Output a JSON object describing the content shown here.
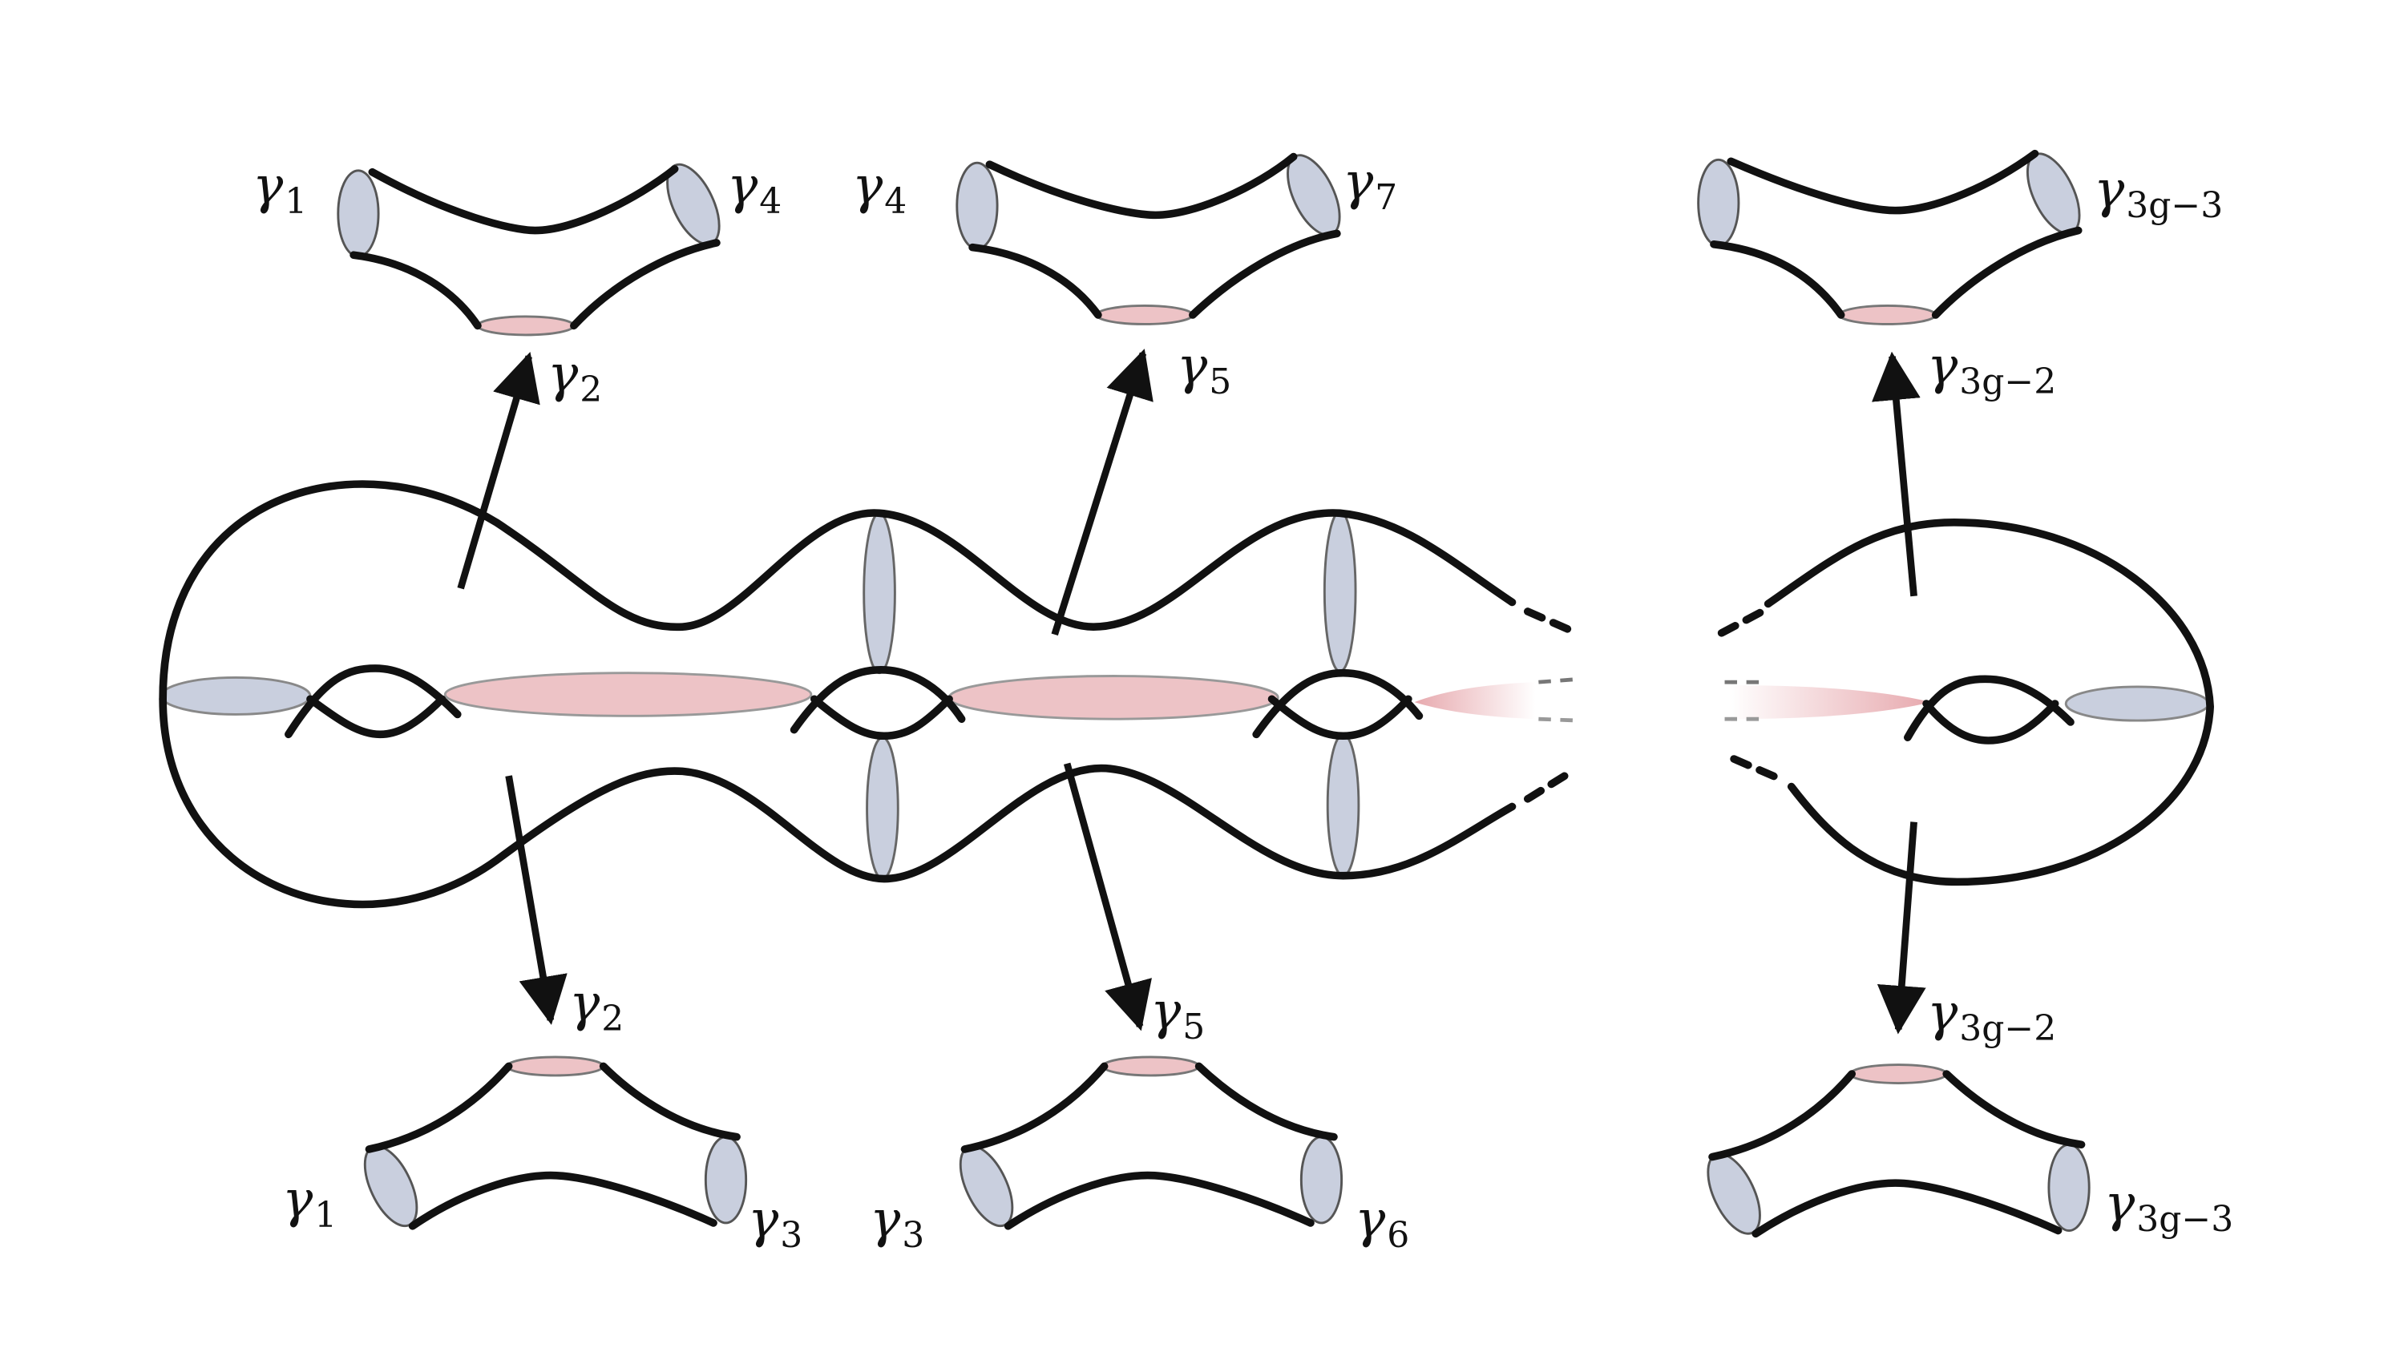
{
  "colors": {
    "blue_cuff": "#c9cfde",
    "pink_cuff": "#edc3c6",
    "outline": "#111111"
  },
  "labels": {
    "top_pants": [
      {
        "left": {
          "sym": "γ",
          "sub": "1"
        },
        "right": {
          "sym": "γ",
          "sub": "4"
        },
        "bottom": {
          "sym": "γ",
          "sub": "2"
        }
      },
      {
        "left": {
          "sym": "γ",
          "sub": "4"
        },
        "right": {
          "sym": "γ",
          "sub": "7"
        },
        "bottom": {
          "sym": "γ",
          "sub": "5"
        }
      },
      {
        "left": null,
        "right": {
          "sym": "γ",
          "sub": "3g−3"
        },
        "bottom": {
          "sym": "γ",
          "sub": "3g−2"
        }
      }
    ],
    "bottom_pants": [
      {
        "top": {
          "sym": "γ",
          "sub": "2"
        },
        "left": {
          "sym": "γ",
          "sub": "1"
        },
        "right": {
          "sym": "γ",
          "sub": "3"
        }
      },
      {
        "top": {
          "sym": "γ",
          "sub": "5"
        },
        "left": {
          "sym": "γ",
          "sub": "3"
        },
        "right": {
          "sym": "γ",
          "sub": "6"
        }
      },
      {
        "top": {
          "sym": "γ",
          "sub": "3g−2"
        },
        "left": null,
        "right": {
          "sym": "γ",
          "sub": "3g−3"
        }
      }
    ]
  }
}
